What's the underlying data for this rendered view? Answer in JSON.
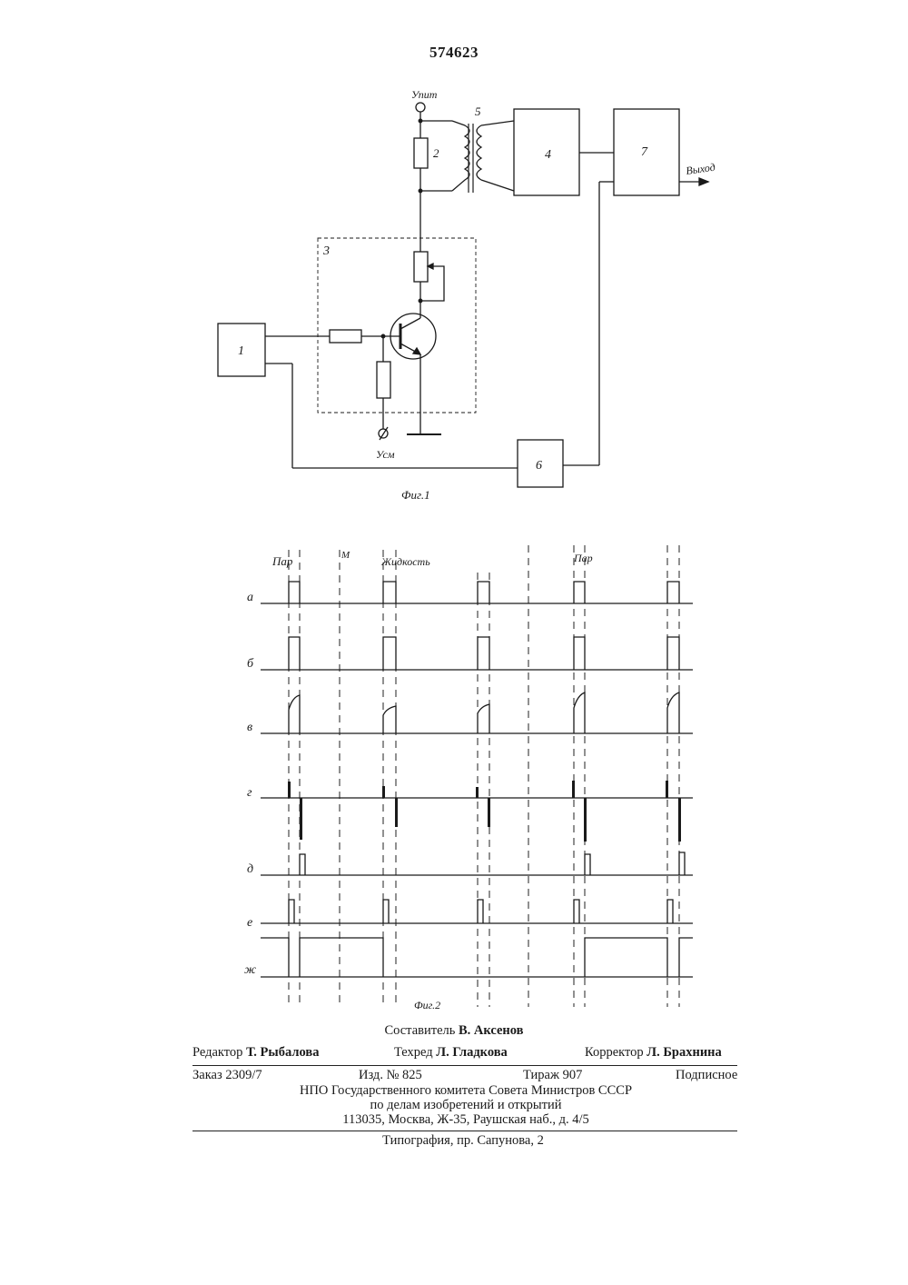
{
  "patent_number": "574623",
  "fig1": {
    "caption": "Фиг.1",
    "supply_label": "Упит",
    "bias_label": "Усм",
    "output_label": "Выход",
    "blocks": {
      "b1": "1",
      "b2": "2",
      "b3": "3",
      "b4": "4",
      "b5": "5",
      "b6": "6",
      "b7": "7"
    }
  },
  "fig2": {
    "caption": "Фиг.2",
    "phase_labels": {
      "vapor": "Пар",
      "m": "М",
      "liquid": "Жидкость",
      "vapor2": "Пар"
    },
    "row_labels": [
      "а",
      "б",
      "в",
      "г",
      "д",
      "е",
      "ж"
    ]
  },
  "credits": {
    "compiler_label": "Составитель",
    "compiler_name": "В. Аксенов",
    "editor_label": "Редактор",
    "editor_name": "Т. Рыбалова",
    "techred_label": "Техред",
    "techred_name": "Л. Гладкова",
    "corrector_label": "Корректор",
    "corrector_name": "Л. Брахнина",
    "order": "Заказ 2309/7",
    "izd": "Изд. № 825",
    "tirazh": "Тираж 907",
    "podpisnoe": "Подписное",
    "org_line1": "НПО Государственного комитета Совета Министров СССР",
    "org_line2": "по делам изобретений и открытий",
    "org_line3": "113035, Москва, Ж-35, Раушская наб., д. 4/5",
    "printer": "Типография, пр. Сапунова, 2"
  }
}
